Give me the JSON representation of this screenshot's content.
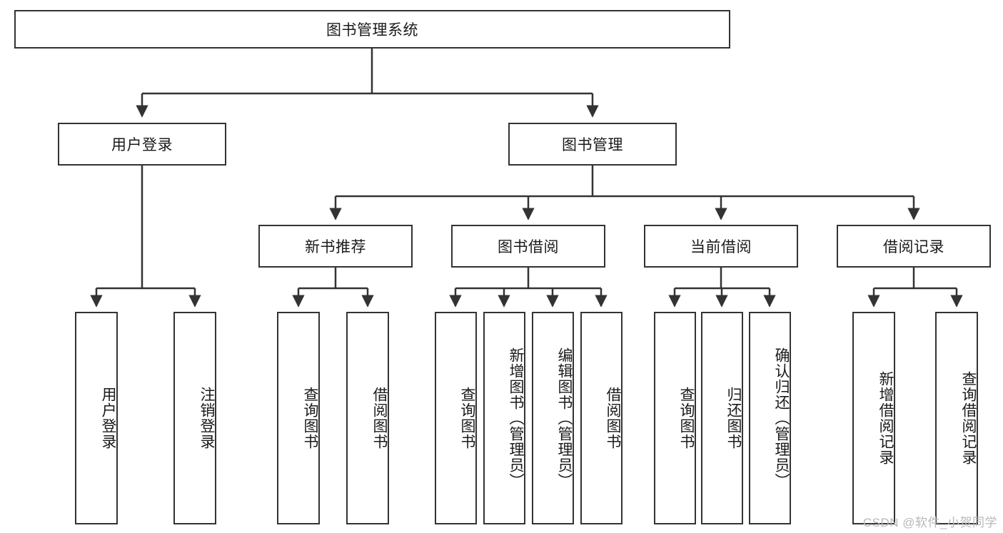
{
  "diagram": {
    "type": "tree-hierarchy",
    "title": "图书管理系统",
    "root": {
      "label": "图书管理系统"
    },
    "level2": [
      {
        "label": "用户登录"
      },
      {
        "label": "图书管理"
      }
    ],
    "level3": [
      {
        "label": "新书推荐"
      },
      {
        "label": "图书借阅"
      },
      {
        "label": "当前借阅"
      },
      {
        "label": "借阅记录"
      }
    ],
    "leaves": {
      "user_login": [
        {
          "label": "用户登录"
        },
        {
          "label": "注销登录"
        }
      ],
      "new_book_recommend": [
        {
          "label": "查询图书"
        },
        {
          "label": "借阅图书"
        }
      ],
      "book_borrow": [
        {
          "label": "查询图书"
        },
        {
          "label": "新增图书（管理员）"
        },
        {
          "label": "编辑图书（管理员）"
        },
        {
          "label": "借阅图书"
        }
      ],
      "current_borrow": [
        {
          "label": "查询图书"
        },
        {
          "label": "归还图书"
        },
        {
          "label": "确认归还（管理员）"
        }
      ],
      "borrow_record": [
        {
          "label": "新增借阅记录"
        },
        {
          "label": "查询借阅记录"
        }
      ]
    }
  },
  "watermark": {
    "text": "CSDN @软件_小贺同学"
  },
  "colors": {
    "border": "#333333",
    "background": "#ffffff",
    "text": "#1a1a1a",
    "watermark": "#b8b8b8"
  }
}
